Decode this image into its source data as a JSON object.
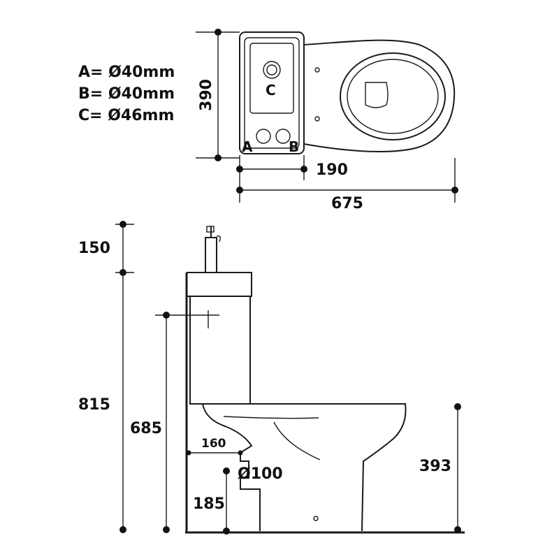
{
  "holes": {
    "a": "A= Ø40mm",
    "b": "B= Ø40mm",
    "c": "C= Ø46mm"
  },
  "hole_letters": {
    "a": "A",
    "b": "B",
    "c": "C"
  },
  "dimensions": {
    "tank_depth": "390",
    "tank_width": "190",
    "total_length": "675",
    "tap_height": "150",
    "overall_height": "815",
    "tank_inlet_height": "685",
    "outlet_setback": "160",
    "outlet_diameter": "Ø100",
    "outlet_height": "185",
    "seat_height": "393"
  }
}
